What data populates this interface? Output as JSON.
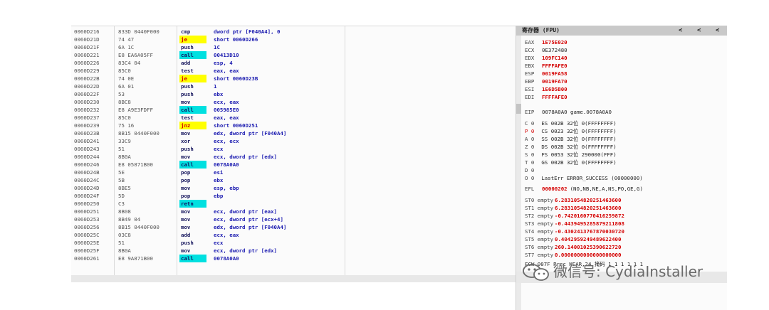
{
  "disasm": {
    "rows": [
      {
        "addr": "0060D216",
        "bytes": "833D 0440F000",
        "mnem": "cmp",
        "ops": "dword ptr [F040A4], 0"
      },
      {
        "addr": "0060D21D",
        "bytes": "74 47",
        "mnem": "je",
        "ops": "short 0060D266",
        "hl": "yellow"
      },
      {
        "addr": "0060D21F",
        "bytes": "6A 1C",
        "mnem": "push",
        "ops": "1C"
      },
      {
        "addr": "0060D221",
        "bytes": "E8 EA6A05FF",
        "mnem": "call",
        "ops": "00413D10",
        "hl": "cyan"
      },
      {
        "addr": "0060D226",
        "bytes": "83C4 04",
        "mnem": "add",
        "ops": "esp, 4"
      },
      {
        "addr": "0060D229",
        "bytes": "85C0",
        "mnem": "test",
        "ops": "eax, eax"
      },
      {
        "addr": "0060D22B",
        "bytes": "74 0E",
        "mnem": "je",
        "ops": "short 0060D23B",
        "hl": "yellow"
      },
      {
        "addr": "0060D22D",
        "bytes": "6A 01",
        "mnem": "push",
        "ops": "1"
      },
      {
        "addr": "0060D22F",
        "bytes": "53",
        "mnem": "push",
        "ops": "ebx"
      },
      {
        "addr": "0060D230",
        "bytes": "8BC8",
        "mnem": "mov",
        "ops": "ecx, eax"
      },
      {
        "addr": "0060D232",
        "bytes": "E8 A9E3FDFF",
        "mnem": "call",
        "ops": "005985E0",
        "hl": "cyan"
      },
      {
        "addr": "0060D237",
        "bytes": "85C0",
        "mnem": "test",
        "ops": "eax, eax"
      },
      {
        "addr": "0060D239",
        "bytes": "75 16",
        "mnem": "jnz",
        "ops": "short 0060D251",
        "hl": "yellow"
      },
      {
        "addr": "0060D23B",
        "bytes": "8B15 0440F000",
        "mnem": "mov",
        "ops": "edx, dword ptr [F040A4]"
      },
      {
        "addr": "0060D241",
        "bytes": "33C9",
        "mnem": "xor",
        "ops": "ecx, ecx"
      },
      {
        "addr": "0060D243",
        "bytes": "51",
        "mnem": "push",
        "ops": "ecx"
      },
      {
        "addr": "0060D244",
        "bytes": "8B0A",
        "mnem": "mov",
        "ops": "ecx, dword ptr [edx]"
      },
      {
        "addr": "0060D246",
        "bytes": "E8 05871B00",
        "mnem": "call",
        "ops": "0078A0A0",
        "hl": "cyan"
      },
      {
        "addr": "0060D24B",
        "bytes": "5E",
        "mnem": "pop",
        "ops": "esi"
      },
      {
        "addr": "0060D24C",
        "bytes": "5B",
        "mnem": "pop",
        "ops": "ebx"
      },
      {
        "addr": "0060D24D",
        "bytes": "8BE5",
        "mnem": "mov",
        "ops": "esp, ebp"
      },
      {
        "addr": "0060D24F",
        "bytes": "5D",
        "mnem": "pop",
        "ops": "ebp"
      },
      {
        "addr": "0060D250",
        "bytes": "C3",
        "mnem": "retn",
        "ops": "",
        "hl": "cyan"
      },
      {
        "addr": "0060D251",
        "bytes": "8B08",
        "mnem": "mov",
        "ops": "ecx, dword ptr [eax]"
      },
      {
        "addr": "0060D253",
        "bytes": "8B49 04",
        "mnem": "mov",
        "ops": "ecx, dword ptr [ecx+4]"
      },
      {
        "addr": "0060D256",
        "bytes": "8B15 0440F000",
        "mnem": "mov",
        "ops": "edx, dword ptr [F040A4]"
      },
      {
        "addr": "0060D25C",
        "bytes": "03C8",
        "mnem": "add",
        "ops": "ecx, eax"
      },
      {
        "addr": "0060D25E",
        "bytes": "51",
        "mnem": "push",
        "ops": "ecx"
      },
      {
        "addr": "0060D25F",
        "bytes": "8B0A",
        "mnem": "mov",
        "ops": "ecx, dword ptr [edx]"
      },
      {
        "addr": "0060D261",
        "bytes": "E8 9A871B00",
        "mnem": "call",
        "ops": "0078A0A0",
        "hl": "cyan"
      }
    ]
  },
  "registers": {
    "title": "寄存器 (FPU)",
    "nav": [
      "<",
      "<",
      "<"
    ],
    "gp": [
      {
        "name": "EAX",
        "value": "1E75E020",
        "red": true
      },
      {
        "name": "ECX",
        "value": "0E372480",
        "red": false
      },
      {
        "name": "EDX",
        "value": "109FC140",
        "red": true
      },
      {
        "name": "EBX",
        "value": "FFFFAFE0",
        "red": true
      },
      {
        "name": "ESP",
        "value": "0019FA58",
        "red": true
      },
      {
        "name": "EBP",
        "value": "0019FA70",
        "red": true
      },
      {
        "name": "ESI",
        "value": "1E6D5B00",
        "red": true
      },
      {
        "name": "EDI",
        "value": "FFFFAFE0",
        "red": true
      }
    ],
    "eip": {
      "name": "EIP",
      "value": "0078A0A0 game.0078A0A0"
    },
    "flags": [
      {
        "flag": "C 0",
        "seg": "ES 002B 32位 0(FFFFFFFF)",
        "red": false
      },
      {
        "flag": "P 0",
        "seg": "CS 0023 32位 0(FFFFFFFF)",
        "red": true
      },
      {
        "flag": "A 0",
        "seg": "SS 002B 32位 0(FFFFFFFF)",
        "red": false
      },
      {
        "flag": "Z 0",
        "seg": "DS 002B 32位 0(FFFFFFFF)",
        "red": false
      },
      {
        "flag": "S 0",
        "seg": "FS 0053 32位 290000(FFF)",
        "red": false
      },
      {
        "flag": "T 0",
        "seg": "GS 002B 32位 0(FFFFFFFF)",
        "red": false
      },
      {
        "flag": "D 0",
        "seg": "",
        "red": false
      },
      {
        "flag": "O 0",
        "seg": "LastErr ERROR_SUCCESS (00000000)",
        "red": false
      }
    ],
    "efl": {
      "name": "EFL",
      "value": "00000202",
      "desc": "(NO,NB,NE,A,NS,PO,GE,G)"
    },
    "fpu": [
      {
        "name": "ST0 empty",
        "value": "6.2831054820251463600"
      },
      {
        "name": "ST1 empty",
        "value": "6.2831054820251463600"
      },
      {
        "name": "ST2 empty",
        "value": "-0.7420160770416259872"
      },
      {
        "name": "ST3 empty",
        "value": "-0.4439495285879211808"
      },
      {
        "name": "ST4 empty",
        "value": "-0.4302413767870030720"
      },
      {
        "name": "ST5 empty",
        "value": "0.4042959249489622400"
      },
      {
        "name": "ST6 empty",
        "value": "260.14001025390622720"
      },
      {
        "name": "ST7 empty",
        "value": "0.0000000000000000000"
      }
    ],
    "fcw": "FCW 007F  Prec NEAR,24  掩码     1 1 1 1 1 1"
  },
  "watermark": {
    "text": "微信号: CydiaInstaller"
  },
  "colors": {
    "accent_red": "#d40000",
    "highlight_yellow": "#ffff00",
    "highlight_cyan": "#00e0e0",
    "operand_blue": "#1b1bb0"
  }
}
